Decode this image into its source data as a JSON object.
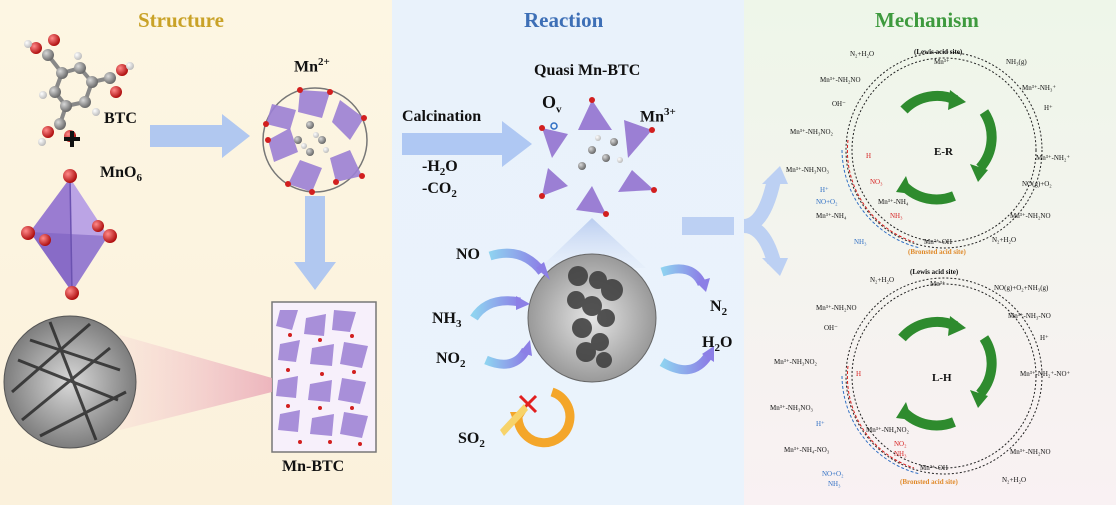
{
  "panels": {
    "structure": {
      "title": "Structure",
      "btc": "BTC",
      "plus": "+",
      "mno6": "MnO",
      "mno6_sub": "6",
      "mn2": "Mn",
      "mn2_sup": "2+",
      "mnbtc": "Mn-BTC"
    },
    "reaction": {
      "title": "Reaction",
      "quasi": "Quasi Mn-BTC",
      "ov": "O",
      "ov_sub": "v",
      "mn3": "Mn",
      "mn3_sup": "3+",
      "calcination": "Calcination",
      "h2o_loss": "-H",
      "h2o_loss_sub": "2",
      "h2o_loss_end": "O",
      "co2_loss": "-CO",
      "co2_loss_sub": "2",
      "no": "NO",
      "nh3": "NH",
      "nh3_sub": "3",
      "no2": "NO",
      "no2_sub": "2",
      "so2": "SO",
      "so2_sub": "2",
      "n2": "N",
      "n2_sub": "2",
      "h2o": "H",
      "h2o_sub": "2",
      "h2o_end": "O"
    },
    "mechanism": {
      "title": "Mechanism",
      "er": {
        "label": "E-R",
        "lewis": "(Lewis acid site)",
        "bronsted": "(Bronsted acid site)",
        "n2h2o_top": "N₂+H₂O",
        "mn3_top": "Mn³⁺",
        "nh3g": "NH₃(g)",
        "mn3_nh3": "Mn³⁺-NH₃⁺",
        "h_plus": "H⁺",
        "mn3_nh2": "Mn³⁺-NH₂⁺",
        "no_o2": "NO(g)+O₂",
        "mn3_nh2no": "Mn³⁺-NH₂NO",
        "n2h2o_bot": "N₂+H₂O",
        "mn2_oh": "Mn²⁺-OH",
        "mn3_nh2no_left": "Mn³⁺-NH₂NO",
        "oh": "OH⁻",
        "mn3_nh3no2": "Mn³⁺-NH₃NO₂",
        "mn3_nh3no3": "Mn³⁺-NH₃NO₃",
        "mn3_nh4": "Mn³⁺-NH₄",
        "mn3_nh4_2": "Mn³⁺-NH₄",
        "red_h": "H",
        "red_no3": "NO₃",
        "red_nh3": "NH₃",
        "blue_h": "H⁺",
        "blue_no_o2": "NO+O₂",
        "blue_nh3": "NH₃"
      },
      "lh": {
        "label": "L-H",
        "lewis": "(Lewis acid site)",
        "bronsted": "(Bronsted acid site)",
        "n2h2o_top": "N₂+H₂O",
        "mn3_top": "Mn³⁺",
        "no_o2_nh3": "NO(g)+O₂+NH₃(g)",
        "mn3_nh2no": "Mn³⁺-NH₂NO",
        "mn3_nh3no": "Mn³⁺-NH₃-NO",
        "oh": "OH⁻",
        "h_plus": "H⁺",
        "mn3_nh3no2": "Mn³⁺-NH₃NO₂",
        "mn3_nh2_no": "Mn³⁺-NH₂⁺-NO⁺",
        "mn3_nh3no3": "Mn³⁺-NH₃NO₃",
        "mn3_nh4no2": "Mn³⁺-NH₄NO₂",
        "mn3_nh4no3": "Mn³⁺-NH₄-NO₃",
        "mn3_nh2no_r": "Mn³⁺-NH₂NO",
        "mn2_oh": "Mn²⁺-OH",
        "n2h2o_bot": "N₂+H₂O",
        "red_h": "H",
        "red_no2": "NO₂",
        "red_nh3": "NH₃",
        "blue_h": "H⁺",
        "blue_no_o2": "NO+O₂",
        "blue_nh3": "NH₃"
      }
    }
  },
  "colors": {
    "structure_title": "#c9a227",
    "reaction_title": "#3d6fb6",
    "mechanism_title": "#3e9a3e",
    "polyhedra": "#9b7fd4",
    "arrow_blue": "#a9c3f2",
    "green_arrow": "#2e8b2e"
  }
}
